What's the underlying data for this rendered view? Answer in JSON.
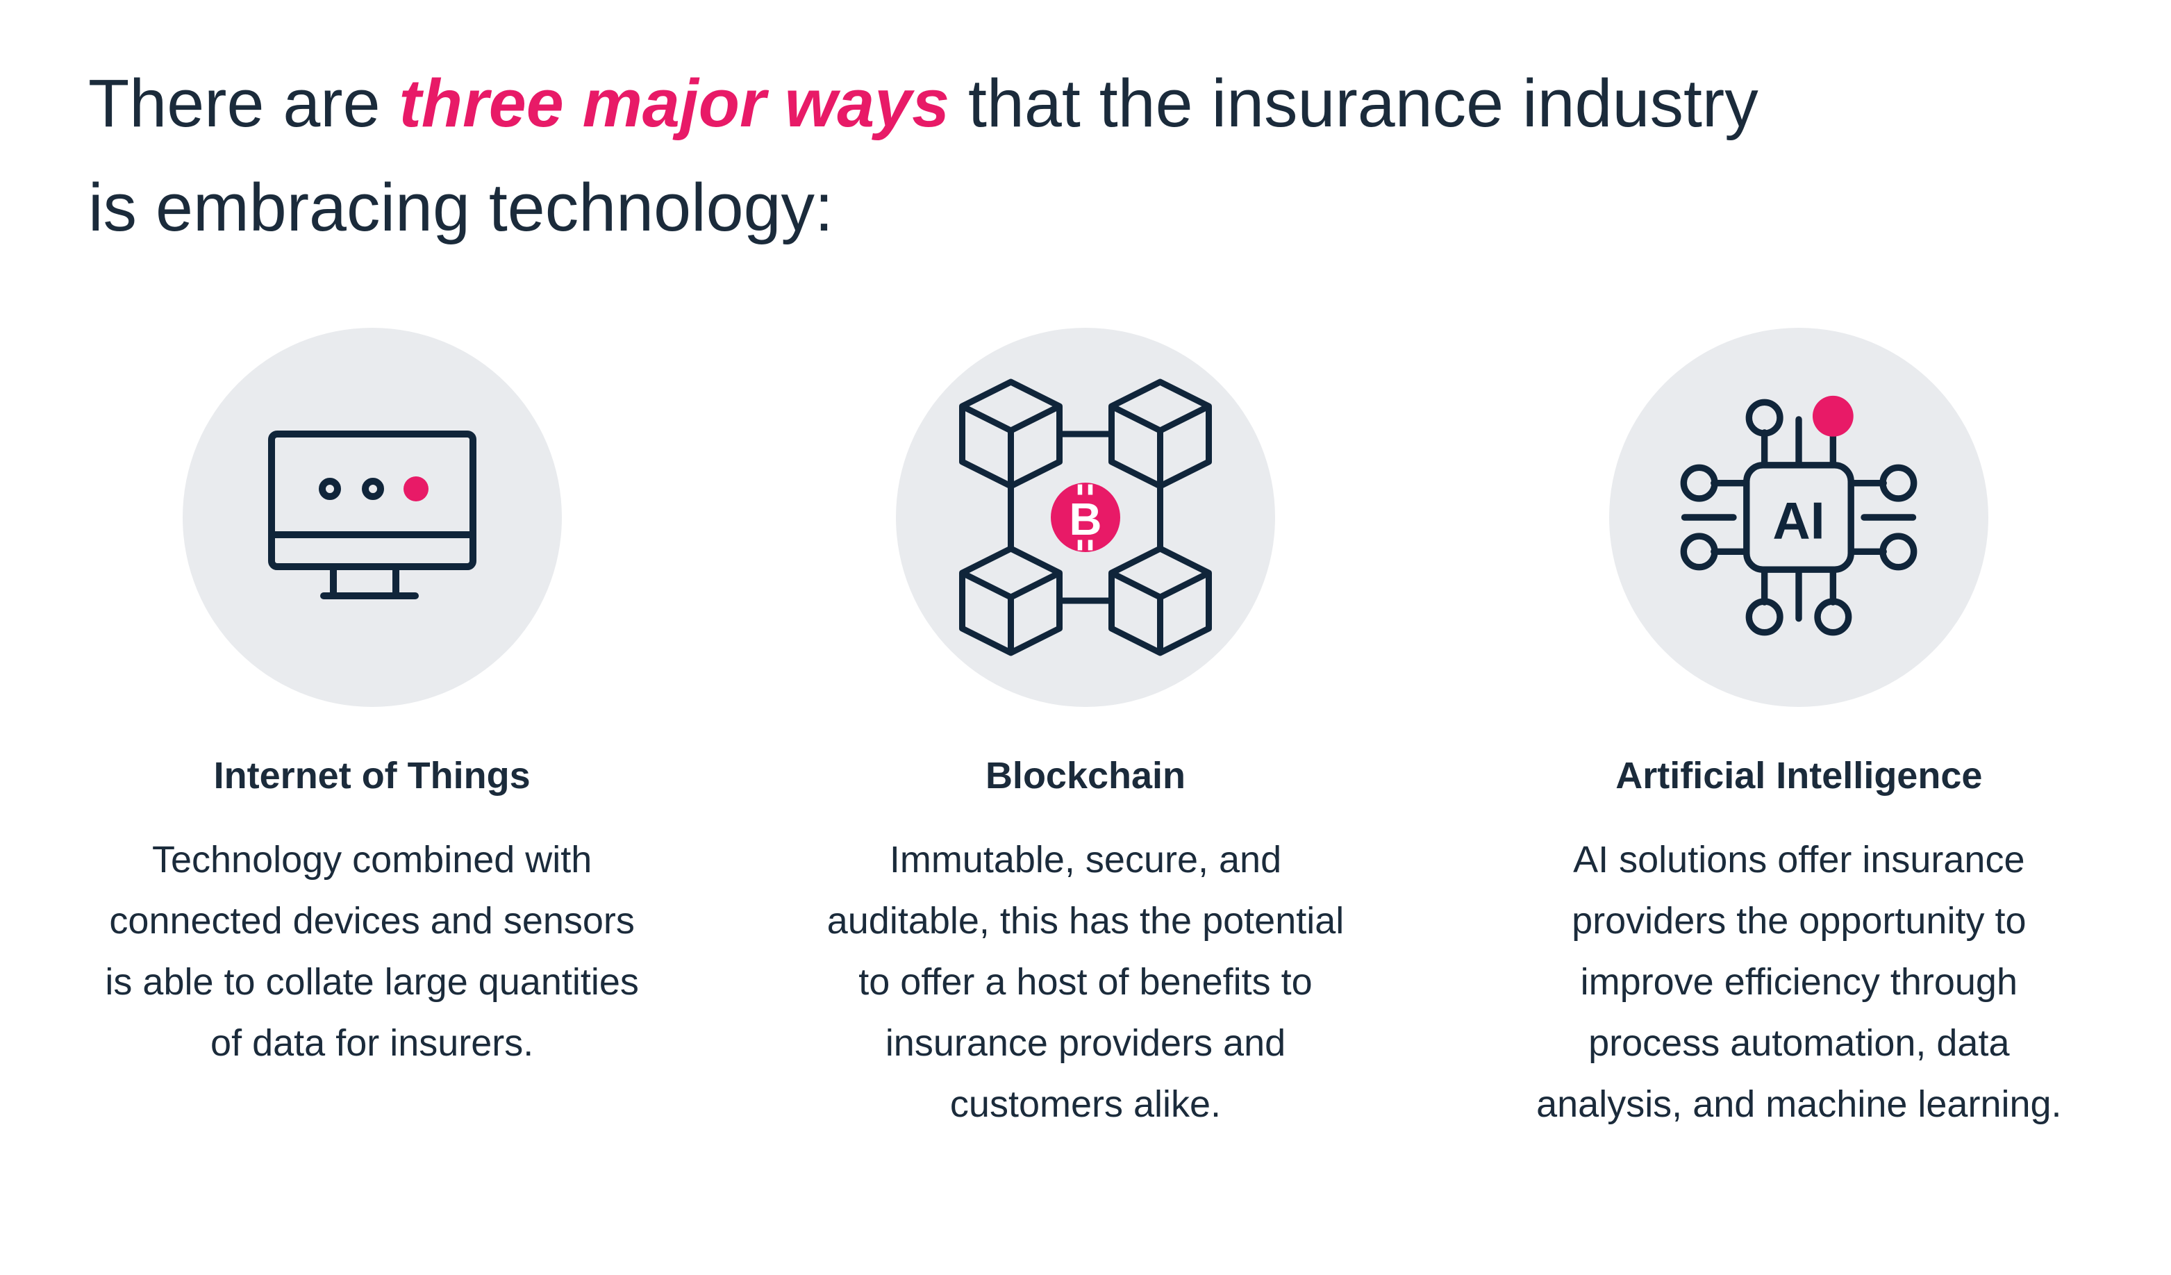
{
  "colors": {
    "navy_text": "#1B2B3B",
    "icon_stroke": "#10253A",
    "pink": "#E81A67",
    "circle_bg": "#E9EBEE",
    "background": "#FFFFFF"
  },
  "heading": {
    "line1_prefix": "There are ",
    "line1_highlight": "three major ways",
    "line1_suffix": " that the insurance industry",
    "line2": "is embracing technology:"
  },
  "columns": [
    {
      "icon": "iot-monitor-icon",
      "title": "Internet of Things",
      "body": "Technology combined with\nconnected devices and sensors\nis able to collate large quantities\nof data for insurers."
    },
    {
      "icon": "blockchain-cubes-icon",
      "badge_letter": "B",
      "title": "Blockchain",
      "body": "Immutable, secure, and\nauditable, this has the potential\nto offer a host of benefits to\ninsurance providers and\ncustomers alike."
    },
    {
      "icon": "ai-chip-icon",
      "chip_label": "AI",
      "title": "Artificial Intelligence",
      "body": "AI solutions offer insurance\nproviders the opportunity to\nimprove efficiency through\nprocess automation, data\nanalysis, and machine learning."
    }
  ]
}
